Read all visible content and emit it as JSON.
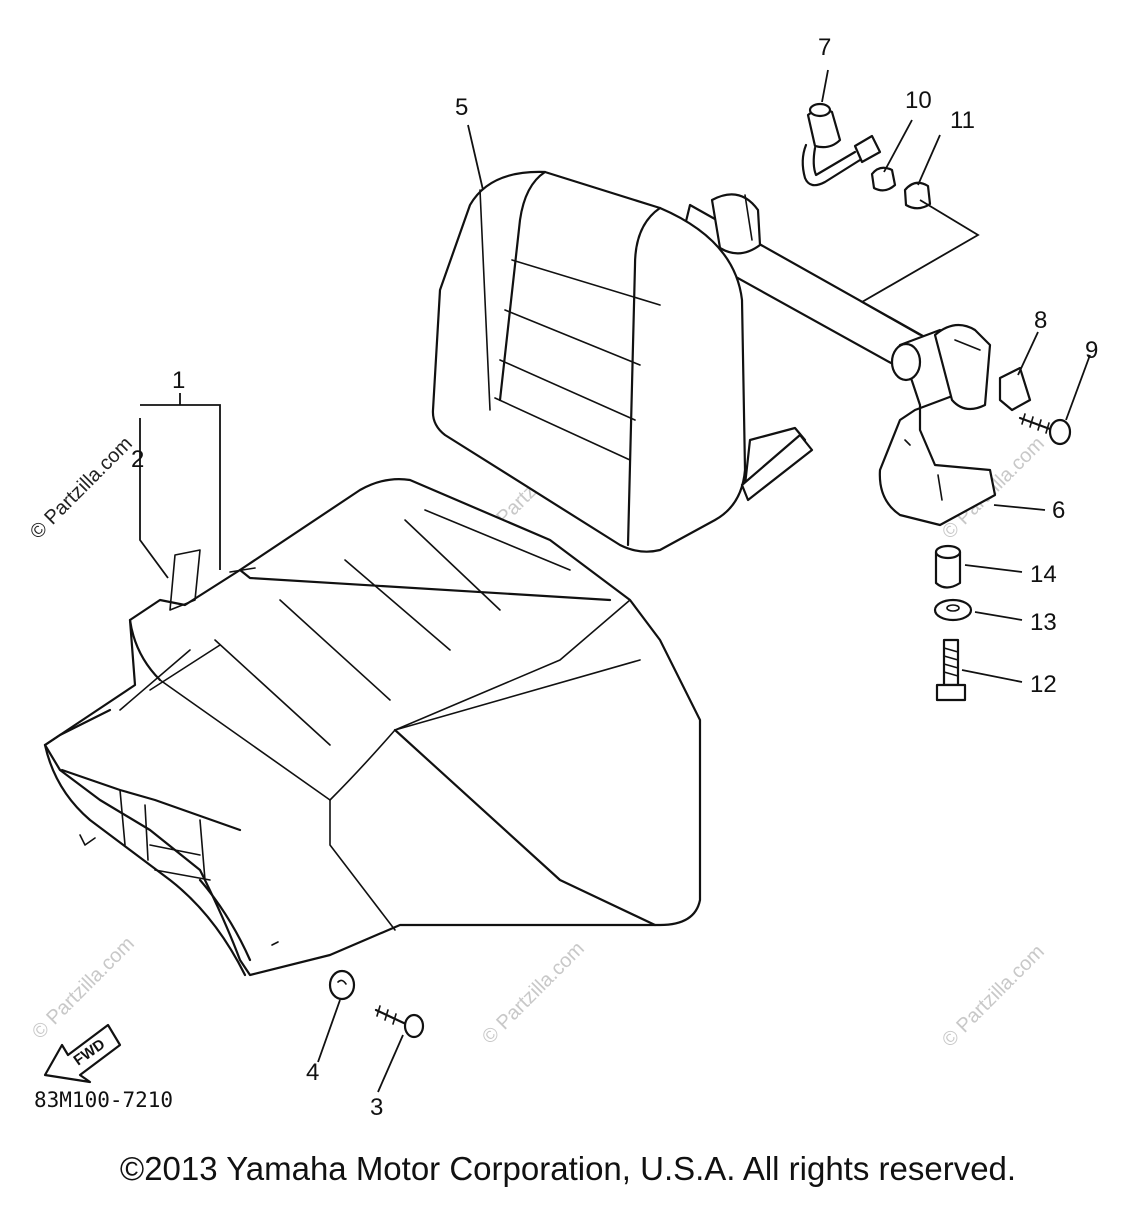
{
  "diagram": {
    "part_code": "83M100-7210",
    "copyright": "©2013 Yamaha Motor Corporation, U.S.A. All rights reserved.",
    "fwd_label": "FWD",
    "watermark": "© Partzilla.com",
    "callouts": {
      "c1": "1",
      "c2": "2",
      "c3": "3",
      "c4": "4",
      "c5": "5",
      "c6": "6",
      "c7": "7",
      "c8": "8",
      "c9": "9",
      "c10": "10",
      "c11": "11",
      "c12": "12",
      "c13": "13",
      "c14": "14"
    }
  }
}
